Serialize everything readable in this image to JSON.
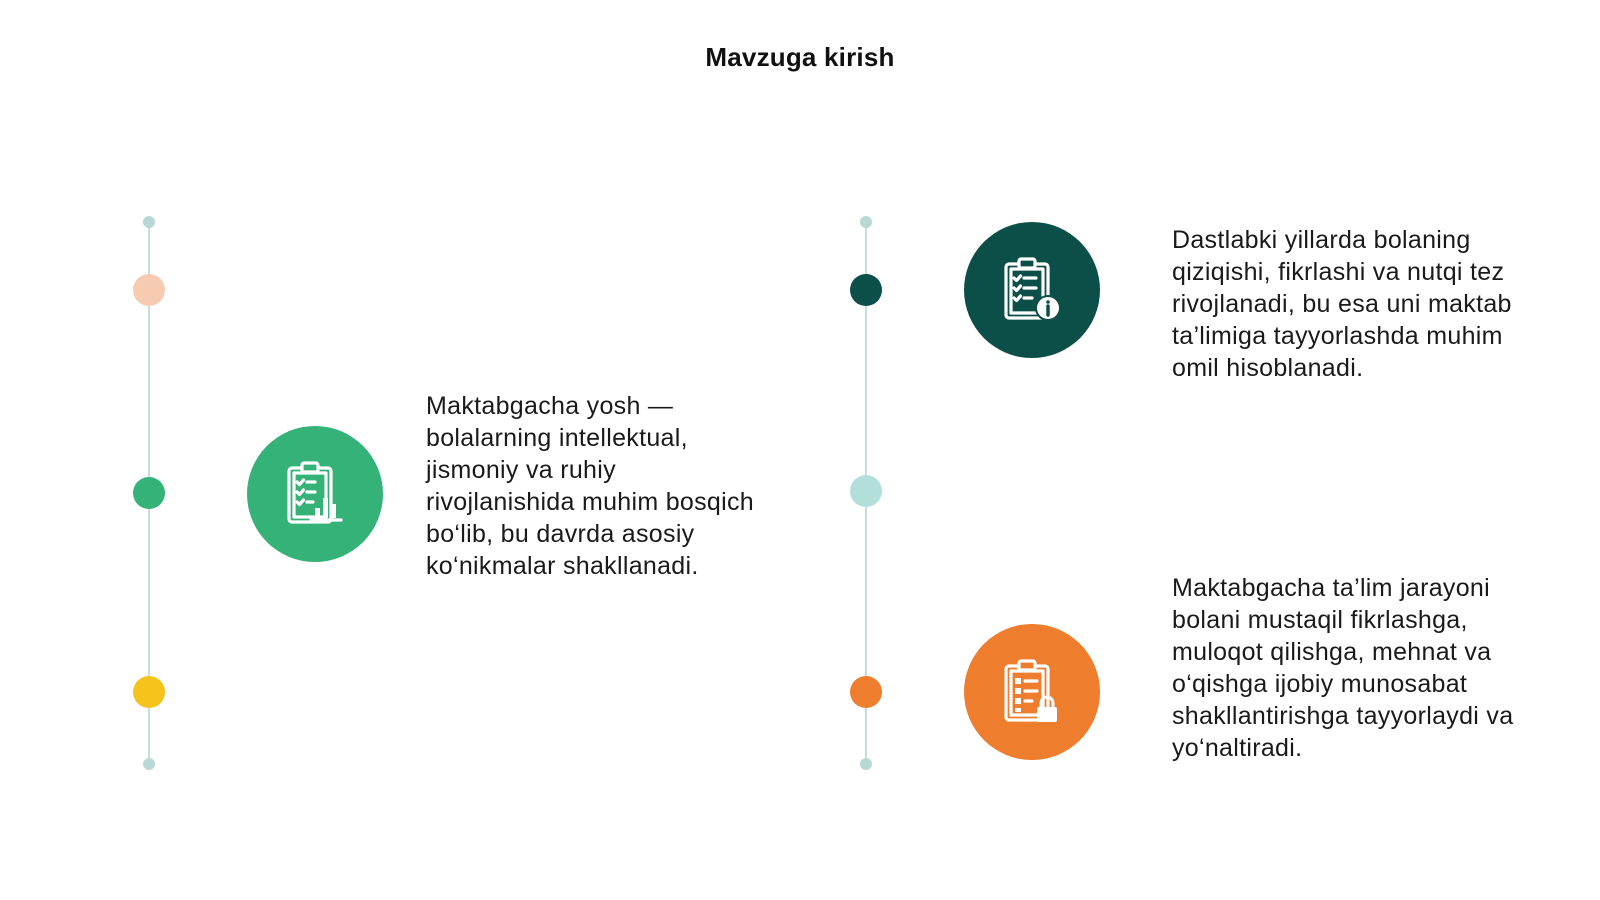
{
  "title": "Mavzuga kirish",
  "colors": {
    "line": "#c6dfdd",
    "green": "#35b277",
    "dark_teal": "#0c4f48",
    "orange": "#ee7d2e",
    "peach": "#f7cbb1",
    "yellow": "#f6c31c",
    "mint": "#b3dfda"
  },
  "items": [
    {
      "icon": "clipboard-chart-icon",
      "text": "Maktabgacha yosh — bolalarning intellektual, jismoniy va ruhiy rivojlanishida muhim bosqich bo‘lib, bu davrda asosiy ko‘nikmalar shakllanadi."
    },
    {
      "icon": "clipboard-info-icon",
      "text": "Dastlabki yillarda bolaning qiziqishi, fikrlashi va nutqi tez rivojlanadi, bu esa uni maktab ta’limiga tayyorlashda muhim omil hisoblanadi."
    },
    {
      "icon": "clipboard-lock-icon",
      "text": "Maktabgacha ta’lim jarayoni bolani mustaqil fikrlashga, muloqot qilishga, mehnat va o‘qishga ijobiy munosabat shakllantirishga tayyorlaydi va yo‘naltiradi."
    }
  ]
}
